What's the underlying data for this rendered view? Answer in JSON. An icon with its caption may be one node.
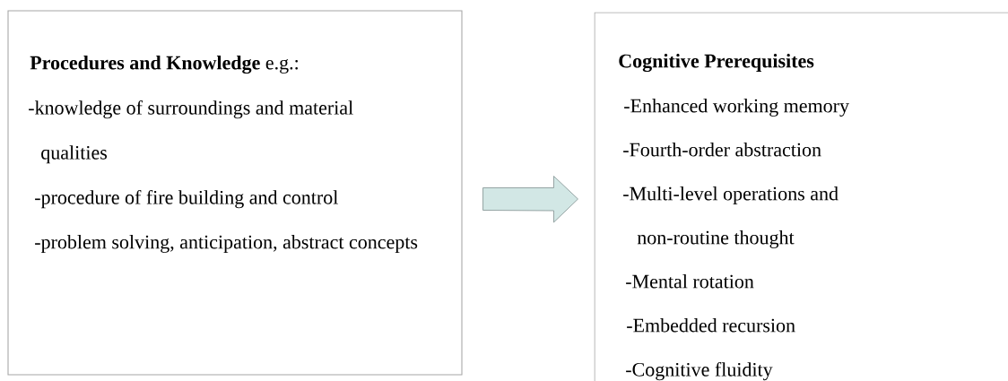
{
  "diagram": {
    "nodes": [
      {
        "text": [
          "**Procedures and Knowledge**   e.g.:",
          "-knowledge of surroundings and material qualities",
          "-procedure of fire building and control",
          "-problem solving, anticipation, abstract concepts"
        ]
      },
      {
        "text": [
          "Cognitive Prerequisites",
          "-Enhanced working memory",
          "-Fourth-order abstraction",
          "-Multi-level operations and non-routine thought",
          "-Mental rotation",
          "-Embedded recursion",
          "-Cognitive fluidity"
        ]
      }
    ],
    "edges": [
      {
        "from": 0,
        "to": 1,
        "arrow": "to"
      }
    ]
  }
}
